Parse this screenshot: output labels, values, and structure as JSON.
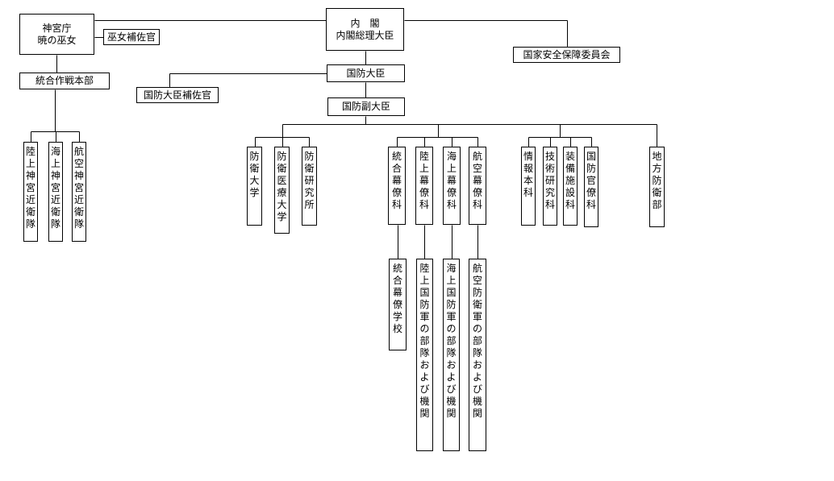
{
  "colors": {
    "line": "#000000",
    "box_border": "#000000",
    "background": "#ffffff",
    "text": "#000000"
  },
  "boxes": {
    "shrine": {
      "line1": "神宮庁",
      "line2": "暁の巫女"
    },
    "miko_aide": "巫女補佐官",
    "cabinet": {
      "line1": "内　閣",
      "line2": "内閣総理大臣"
    },
    "nsc": "国家安全保障委員会",
    "joint_ops": "統合作戦本部",
    "army_guard": "陸上神宮近衛隊",
    "navy_guard": "海上神宮近衛隊",
    "air_guard": "航空神宮近衛隊",
    "defense_minister": "国防大臣",
    "minister_aide": "国防大臣補佐官",
    "vice_minister": "国防副大臣",
    "defense_academy": "防衛大学",
    "medical_college": "防衛医療大学",
    "research_institute": "防衛研究所",
    "joint_staff": "統合幕僚科",
    "ground_staff": "陸上幕僚科",
    "maritime_staff": "海上幕僚科",
    "air_staff": "航空幕僚科",
    "intelligence": "情報本科",
    "tech_research": "技術研究科",
    "equipment": "装備施設科",
    "ministry_staff": "国防官僚科",
    "regional": "地方防衛部",
    "joint_school": "統合幕僚学校",
    "ground_units": "陸上国防軍の部隊および機関",
    "maritime_units": "海上国防軍の部隊および機関",
    "air_units": "航空防衛軍の部隊および機関"
  }
}
